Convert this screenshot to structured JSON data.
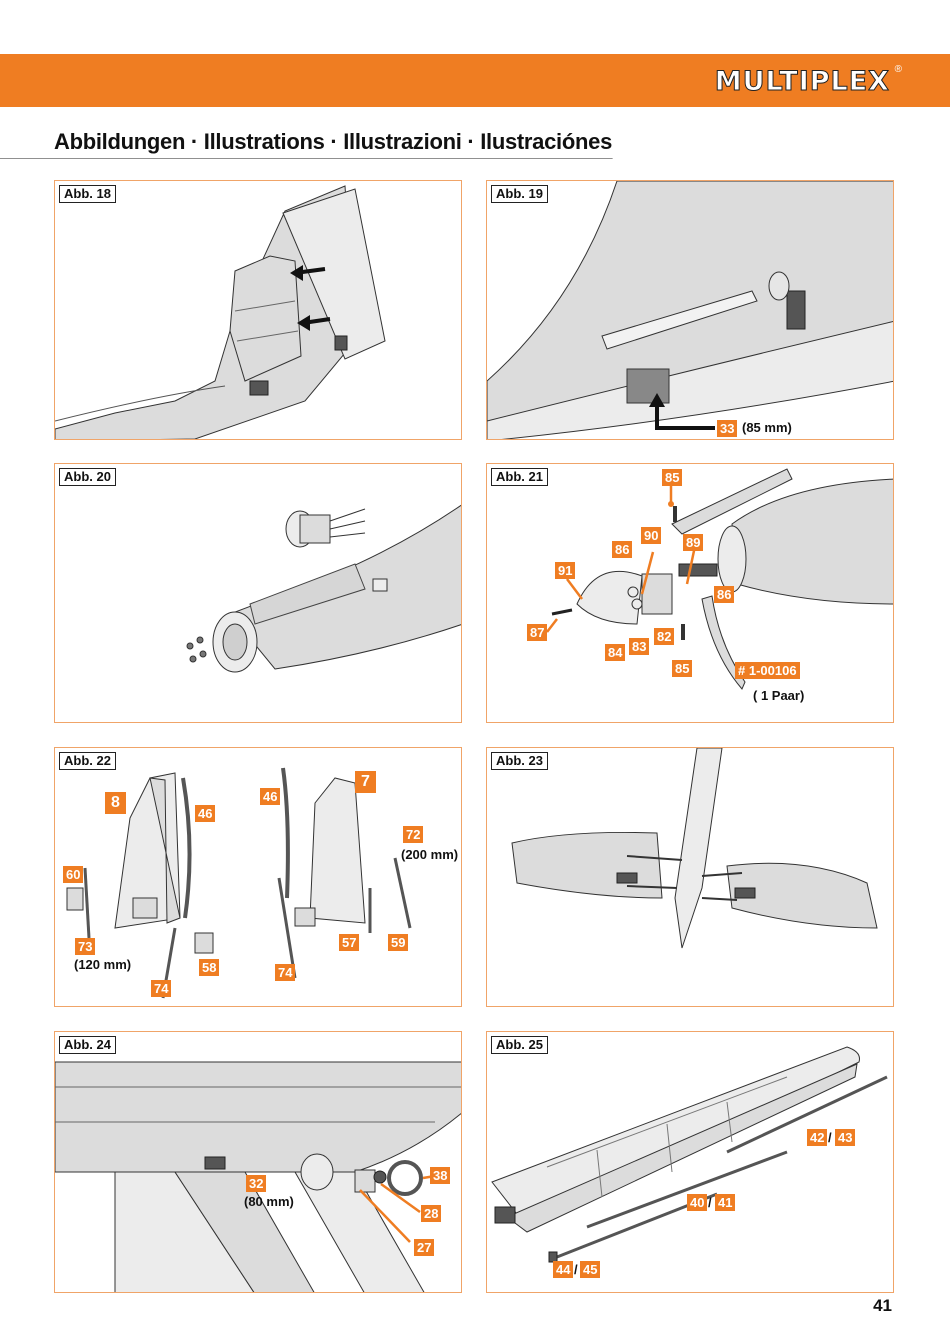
{
  "brand": {
    "logo": "MULTIPLEX",
    "registered": "®"
  },
  "heading": "Abbildungen · Illustrations · Illustrazioni · Ilustraciónes",
  "page_number": "41",
  "panels": {
    "p18": {
      "tag": "Abb. 18"
    },
    "p19": {
      "tag": "Abb. 19",
      "b33": "33",
      "n33": "(85 mm)"
    },
    "p20": {
      "tag": "Abb. 20"
    },
    "p21": {
      "tag": "Abb. 21",
      "b85a": "85",
      "b90": "90",
      "b86a": "86",
      "b89": "89",
      "b91": "91",
      "b86b": "86",
      "b87": "87",
      "b82": "82",
      "b83": "83",
      "b84": "84",
      "b85b": "85",
      "bkit": "# 1-00106",
      "nkit": "( 1 Paar)"
    },
    "p22": {
      "tag": "Abb. 22",
      "b8": "8",
      "b46a": "46",
      "b46b": "46",
      "b7": "7",
      "b72": "72",
      "n72": "(200 mm)",
      "b60": "60",
      "b73": "73",
      "n73": "(120 mm)",
      "b58": "58",
      "b74a": "74",
      "b74b": "74",
      "b57": "57",
      "b59": "59"
    },
    "p23": {
      "tag": "Abb. 23"
    },
    "p24": {
      "tag": "Abb. 24",
      "b32": "32",
      "n32": "(80 mm)",
      "b38": "38",
      "b28": "28",
      "b27": "27"
    },
    "p25": {
      "tag": "Abb. 25",
      "b42": "42",
      "b43": "43",
      "b40": "40",
      "b41": "41",
      "b44": "44",
      "b45": "45",
      "sep": "/"
    }
  }
}
